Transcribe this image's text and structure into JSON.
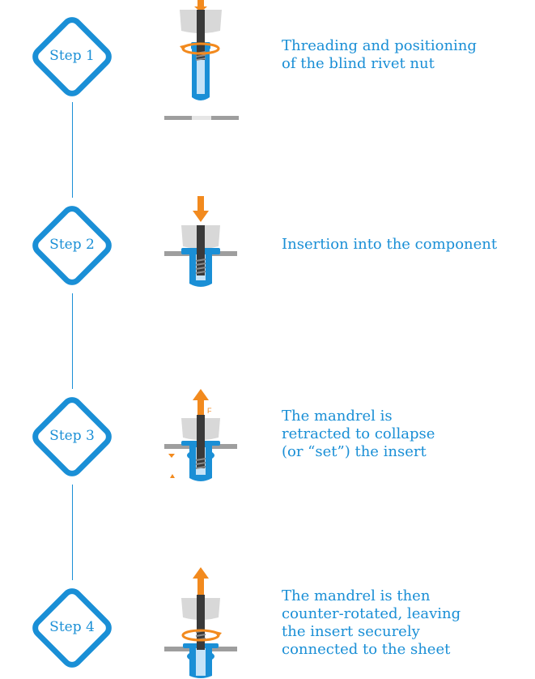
{
  "steps": [
    {
      "label": "Step 1",
      "desc_lines": [
        "Threading and positioning",
        "of the blind rivet nut"
      ],
      "arrow": "down",
      "rotation": true,
      "sheet": "below",
      "insert": "plain"
    },
    {
      "label": "Step 2",
      "desc_lines": [
        "Insertion into the component"
      ],
      "arrow": "down",
      "rotation": false,
      "sheet": "through",
      "insert": "plain"
    },
    {
      "label": "Step 3",
      "desc_lines": [
        "The mandrel is",
        "retracted to collapse",
        "(or “set”) the insert"
      ],
      "arrow": "up",
      "force_label": "F",
      "rotation": false,
      "sheet": "through",
      "insert": "collapsed"
    },
    {
      "label": "Step 4",
      "desc_lines": [
        "The mandrel is then",
        "counter-rotated, leaving",
        "the insert securely",
        "connected to the sheet"
      ],
      "arrow": "up",
      "rotation": true,
      "sheet": "through",
      "insert": "collapsed"
    }
  ],
  "colors": {
    "accent": "#1a8fd6",
    "insert": "#1a8fd6",
    "arrow": "#f28a1e",
    "mandrel": "#3a3a3a",
    "tool": "#d8d8d8",
    "sheet": "#9e9e9e"
  }
}
